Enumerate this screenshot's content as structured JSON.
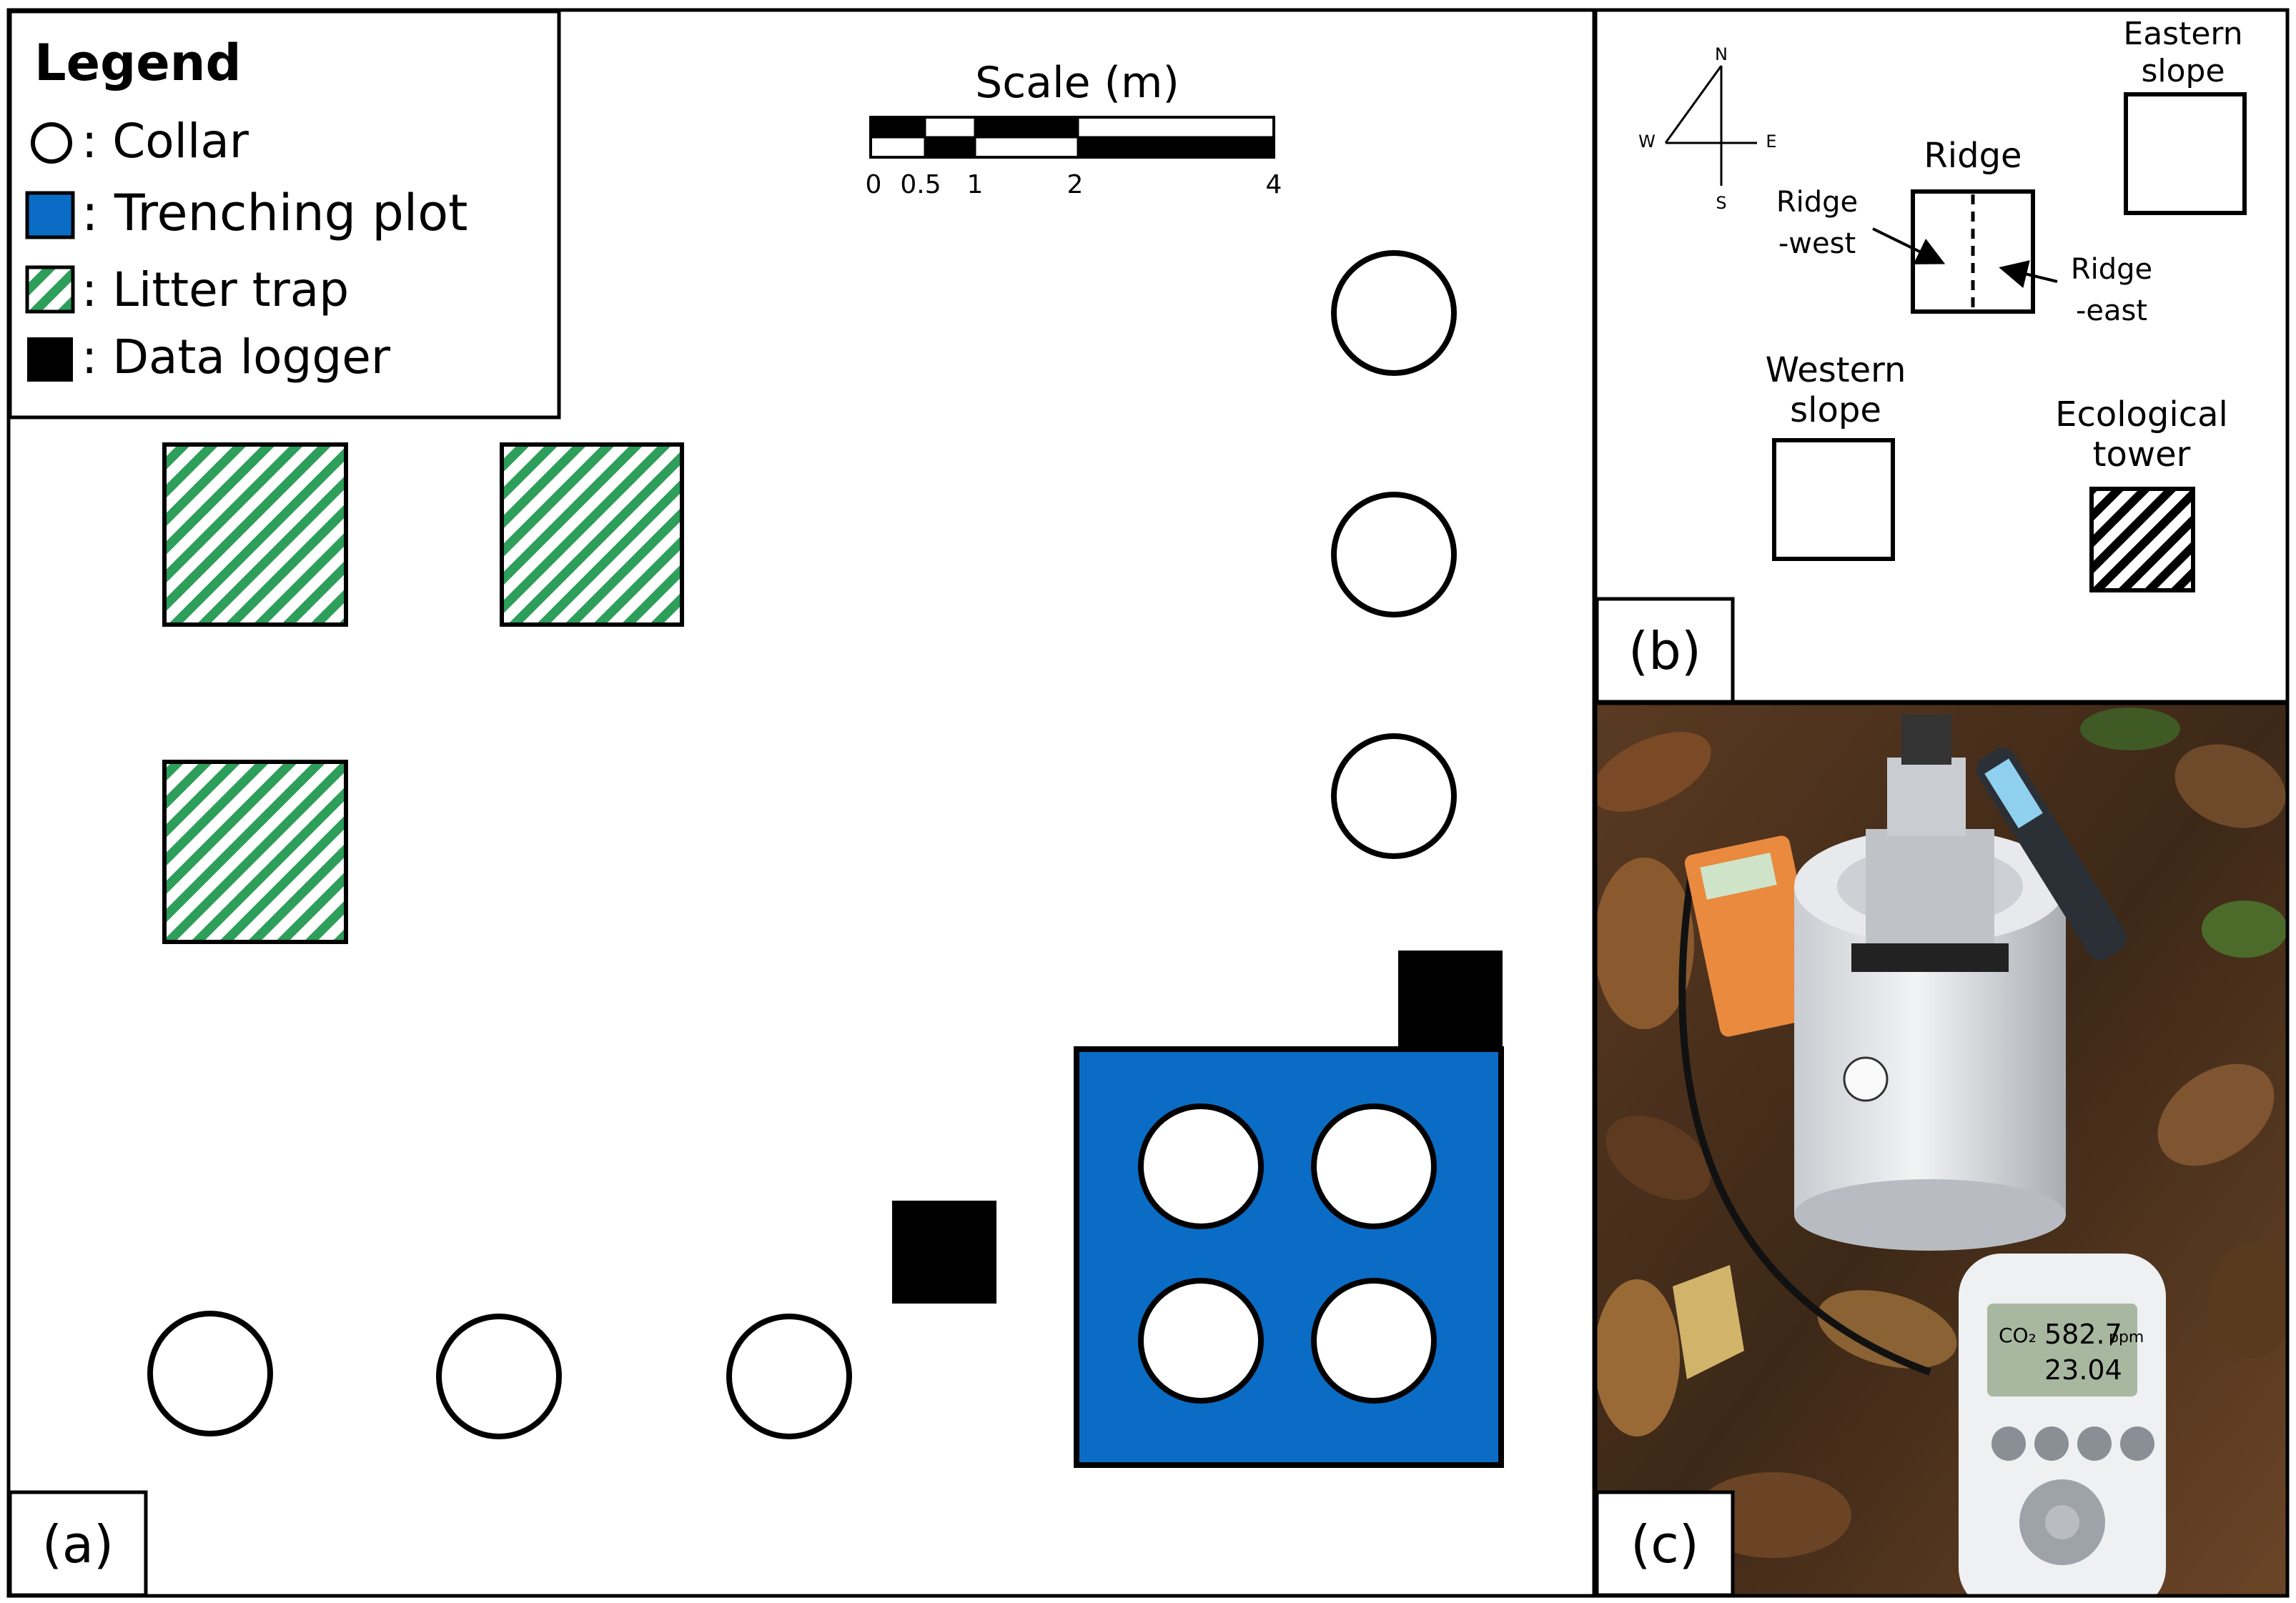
{
  "panel_a": {
    "label": "(a)",
    "legend": {
      "title": "Legend",
      "items": [
        {
          "symbol": "collar",
          "label": ": Collar"
        },
        {
          "symbol": "trenching",
          "label": ": Trenching plot"
        },
        {
          "symbol": "litter",
          "label": ": Litter trap"
        },
        {
          "symbol": "logger",
          "label": ": Data logger"
        }
      ]
    },
    "scale": {
      "title": "Scale (m)",
      "ticks": [
        "0",
        "0.5",
        "1",
        "2",
        "4"
      ]
    }
  },
  "panel_b": {
    "label": "(b)",
    "compass": {
      "n": "N",
      "s": "S",
      "e": "E",
      "w": "W"
    },
    "sites": {
      "eastern_slope": [
        "Eastern",
        "slope"
      ],
      "ridge": "Ridge",
      "ridge_west": [
        "Ridge",
        "-west"
      ],
      "ridge_east": [
        "Ridge",
        "-east"
      ],
      "western_slope": [
        "Western",
        "slope"
      ],
      "ecological_tower": [
        "Ecological",
        "tower"
      ]
    }
  },
  "panel_c": {
    "label": "(c)",
    "device_readout": {
      "co2_label": "CO₂",
      "co2_value": "582.7",
      "unit": "ppm",
      "temp_value": "23.04"
    }
  },
  "colors": {
    "trenching_blue": "#0a6cc4",
    "litter_green": "#2e9e5b",
    "logger_black": "#000000",
    "frame": "#000000"
  }
}
